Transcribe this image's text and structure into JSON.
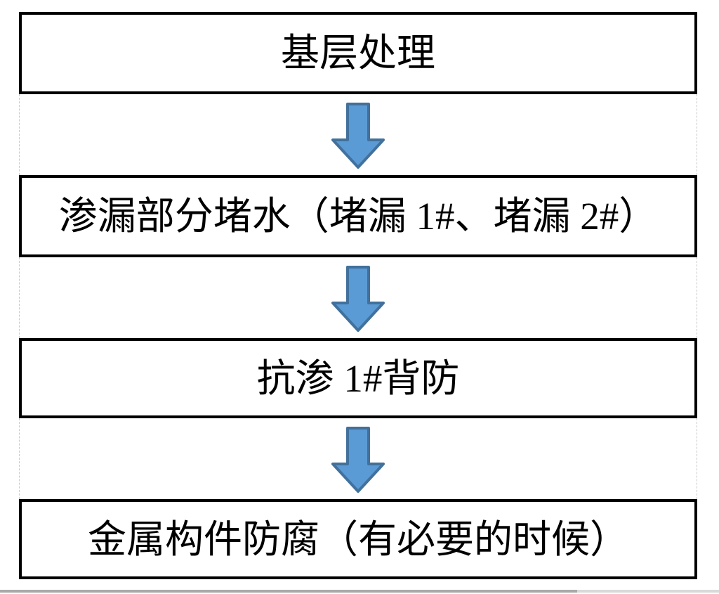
{
  "diagram": {
    "type": "flowchart",
    "direction": "top-down",
    "steps": [
      {
        "label": "基层处理"
      },
      {
        "label": "渗漏部分堵水（堵漏 1#、堵漏 2#）"
      },
      {
        "label": "抗渗 1#背防"
      },
      {
        "label": "金属构件防腐（有必要的时候）"
      }
    ],
    "connector_icon": "down-arrow"
  },
  "colors": {
    "box-border": "#000000",
    "gridline": "#c9c9c9",
    "arrow-fill": "#5b9bd5",
    "arrow-stroke": "#41719c",
    "scrollbar-thumb": "#a9a9a9",
    "scrollbar-track": "#d9d9d9",
    "text": "#000000",
    "background": "#ffffff"
  }
}
